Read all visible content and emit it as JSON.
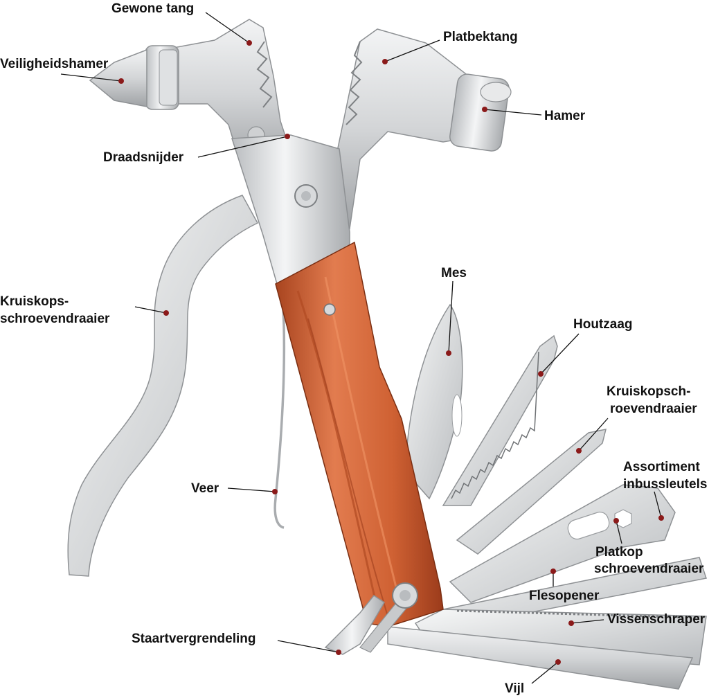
{
  "colors": {
    "steel_light": "#f1f2f3",
    "steel_mid": "#c9cbcd",
    "steel_dark": "#8e9194",
    "wood_light": "#e07a4e",
    "wood_mid": "#c85a30",
    "wood_dark": "#9e3e1c",
    "marker": "#8b1a1a",
    "text": "#111111"
  },
  "labels": {
    "gewone_tang": "Gewone tang",
    "veiligheidshamer": "Veiligheidshamer",
    "platbektang": "Platbektang",
    "hamer": "Hamer",
    "draadsnijder": "Draadsnijder",
    "kruiskops_1": "Kruiskops-",
    "kruiskops_2": "schroevendraaier",
    "mes": "Mes",
    "houtzaag": "Houtzaag",
    "kruiskopsch_1": "Kruiskopsch-",
    "kruiskopsch_2": "roevendraaier",
    "assortiment_1": "Assortiment",
    "assortiment_2": "inbussleutels",
    "veer": "Veer",
    "platkop_1": "Platkop",
    "platkop_2": "schroevendraaier",
    "flesopener": "Flesopener",
    "vissenschraper": "Vissenschraper",
    "staartvergrendeling": "Staartvergrendeling",
    "vijl": "Vijl"
  }
}
